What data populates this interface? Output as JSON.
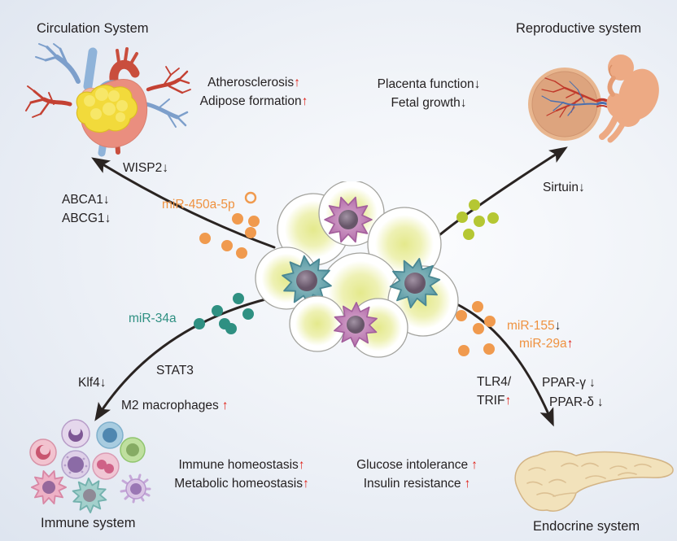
{
  "colors": {
    "background_edge": "#dde4ef",
    "background_center": "#fbfcfe",
    "text": "#231f20",
    "up_arrow_red": "#e0241b",
    "mirna_orange": "#ef9240",
    "mirna_teal": "#2f9082",
    "exosome_orange": "#f09a4e",
    "exosome_teal": "#2f9082",
    "exosome_green": "#b5c733",
    "connector_black": "#2a2422"
  },
  "systems": {
    "circulation": {
      "title": "Circulation System",
      "outcomes": [
        {
          "label": "Atherosclerosis",
          "arrow": "↑"
        },
        {
          "label": "Adipose formation",
          "arrow": "↑"
        }
      ],
      "mediators": [
        {
          "label": "WISP2",
          "arrow": "↓"
        },
        {
          "label": "ABCA1",
          "arrow": "↓"
        },
        {
          "label": "ABCG1",
          "arrow": "↓"
        }
      ],
      "mirnas": [
        {
          "label": "miR-450a-5p",
          "arrow": ""
        }
      ]
    },
    "reproductive": {
      "title": "Reproductive system",
      "outcomes": [
        {
          "label": "Placenta function",
          "arrow": "↓"
        },
        {
          "label": "Fetal growth",
          "arrow": "↓"
        }
      ],
      "mediators": [
        {
          "label": "Sirtuin",
          "arrow": "↓"
        }
      ]
    },
    "immune": {
      "title": "Immune system",
      "mirnas": [
        {
          "label": "miR-34a",
          "arrow": ""
        }
      ],
      "mediators": [
        {
          "label": "STAT3",
          "arrow": ""
        },
        {
          "label": "Klf4",
          "arrow": "↓"
        },
        {
          "label": "M2 macrophages",
          "arrow": "↑"
        }
      ],
      "outcomes": [
        {
          "label": "Immune homeostasis",
          "arrow": "↑"
        },
        {
          "label": "Metabolic homeostasis",
          "arrow": "↑"
        }
      ]
    },
    "endocrine": {
      "title": "Endocrine system",
      "mirnas": [
        {
          "label": "miR-155",
          "arrow": "↓"
        },
        {
          "label": "miR-29a",
          "arrow": "↑"
        }
      ],
      "mediators": [
        {
          "label": "TLR4/",
          "arrow": ""
        },
        {
          "label": "TRIF",
          "arrow": "↑"
        },
        {
          "label": "PPAR-γ",
          "arrow": "↓"
        },
        {
          "label": "PPAR-δ",
          "arrow": "↓"
        }
      ],
      "outcomes": [
        {
          "label": "Glucose intolerance",
          "arrow": "↑"
        },
        {
          "label": "Insulin resistance",
          "arrow": "↑"
        }
      ]
    }
  }
}
